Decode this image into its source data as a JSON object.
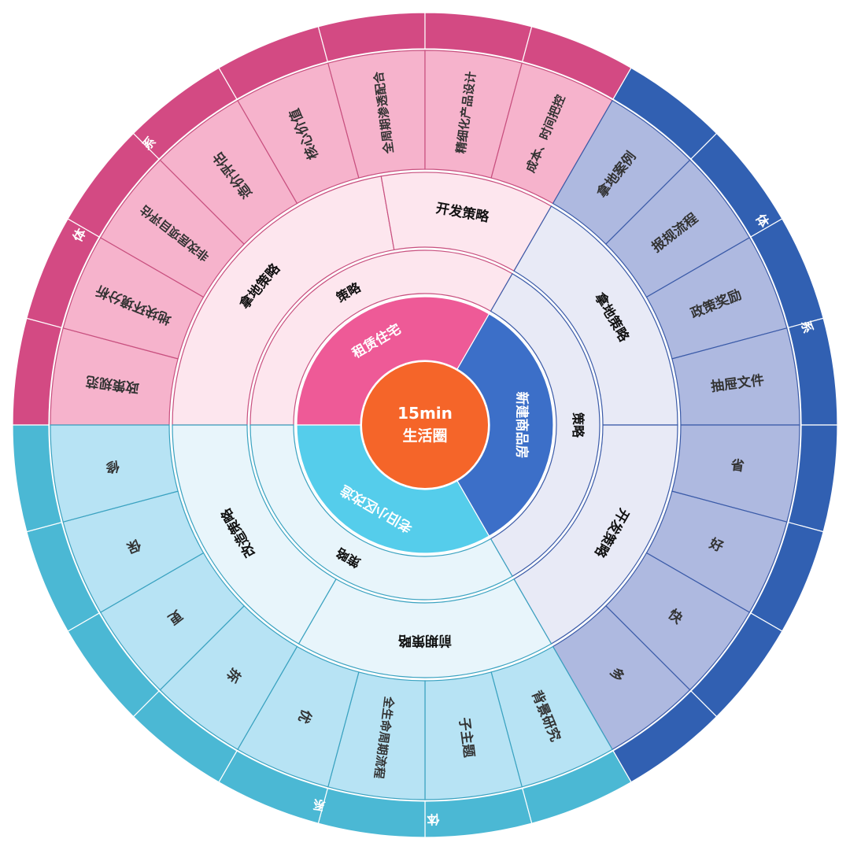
{
  "center": {
    "line1": "15min",
    "line2": "生活圈",
    "color": "#F56529"
  },
  "sections": [
    {
      "id": "rental",
      "start": 180,
      "end": 300,
      "label": "租赁住宅",
      "colors": {
        "core": "#EE5A97",
        "ring2": "#FDE6EE",
        "ring3": "#FDE6EE",
        "ring4": "#F6B3CC",
        "ring5": "#D34A83",
        "label_dark": "#FFFFFF",
        "text": "#333333",
        "line": "#C8507F"
      },
      "ring2": [
        {
          "label": "策略"
        }
      ],
      "ring3": [
        {
          "label": "拿地策略",
          "span": 2
        },
        {
          "label": "开发策略",
          "span": 1
        }
      ],
      "ring4": [
        "政策规范",
        "地块环境分析",
        "非改居项目评估",
        "造价评估",
        "核心价值",
        "全周期渗透配合",
        "精细化产品设计",
        "成本、时间把控"
      ],
      "ring5": {
        "label": "体系",
        "count": 8
      }
    },
    {
      "id": "new",
      "start": 300,
      "end": 420,
      "label": "新建商品房",
      "colors": {
        "core": "#3C6FC8",
        "ring2": "#E8EAF6",
        "ring3": "#E8EAF6",
        "ring4": "#AEB9E0",
        "ring5": "#3160B2",
        "label_dark": "#FFFFFF",
        "text": "#333333",
        "line": "#3B5BA8"
      },
      "ring2": [
        {
          "label": "策略"
        }
      ],
      "ring3": [
        {
          "label": "拿地策略",
          "span": 1
        },
        {
          "label": "开发策略",
          "span": 1
        }
      ],
      "ring4": [
        "拿地案例",
        "报规流程",
        "政策奖励",
        "抽屉文件",
        "省",
        "好",
        "快",
        "多"
      ],
      "ring5": {
        "label": "体系",
        "count": 8
      }
    },
    {
      "id": "old",
      "start": 60,
      "end": 180,
      "label": "老旧小区改造",
      "colors": {
        "core": "#55CDEB",
        "ring2": "#E8F5FB",
        "ring3": "#E8F5FB",
        "ring4": "#B7E3F4",
        "ring5": "#4BB8D4",
        "label_dark": "#FFFFFF",
        "text": "#333333",
        "line": "#3AA2C0"
      },
      "ring2": [
        {
          "label": "策略"
        }
      ],
      "ring3": [
        {
          "label": "前期策略",
          "span": 1
        },
        {
          "label": "改造策略",
          "span": 1
        }
      ],
      "ring4": [
        "背景研究",
        "子主题",
        "全生命周期流程",
        "优",
        "拆",
        "更",
        "保",
        "修"
      ],
      "ring5": {
        "label": "体系",
        "count": 8
      }
    }
  ]
}
